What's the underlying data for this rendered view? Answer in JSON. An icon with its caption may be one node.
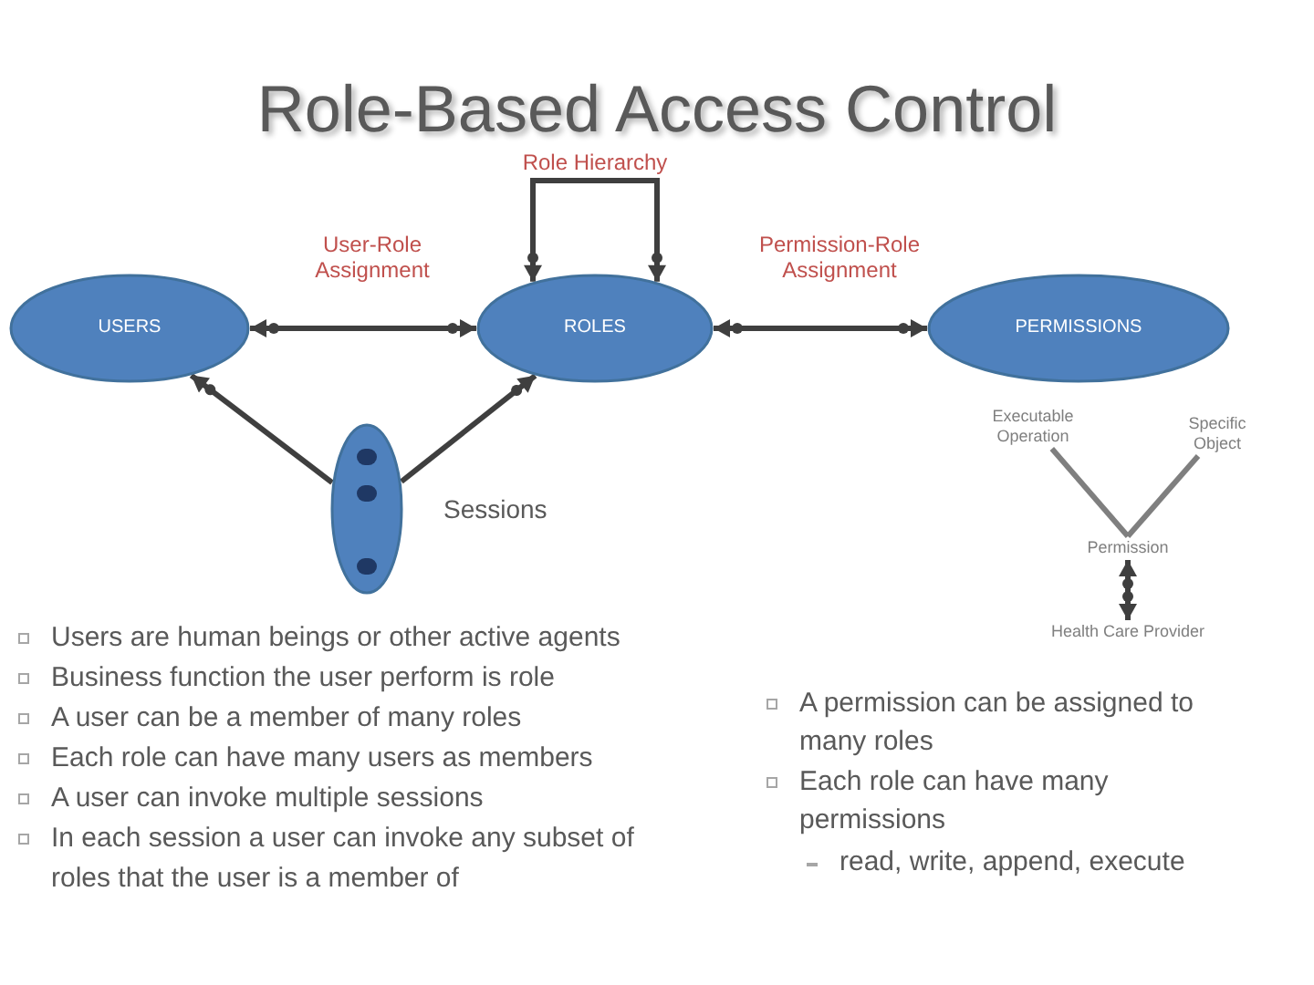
{
  "diagram": {
    "title": "Role-Based Access Control",
    "nodes": [
      {
        "text": [
          "USERS"
        ]
      },
      {
        "text": [
          "ROLES"
        ]
      },
      {
        "text": [
          "PERMISSIONS"
        ]
      },
      {
        "text": [],
        "shape": "ellipse",
        "beside": [
          "Sessions"
        ]
      },
      {
        "text": [
          "Executable Operation"
        ]
      },
      {
        "text": [
          "Specific Object"
        ]
      },
      {
        "text": [
          "Permission"
        ]
      },
      {
        "text": [
          "Health Care Provider"
        ]
      }
    ],
    "edges": [
      {
        "from": 0,
        "to": 1,
        "arrow": "both",
        "label": "User-Role Assignment"
      },
      {
        "from": 1,
        "to": 1,
        "arrow": "both",
        "label": "Role Hierarchy"
      },
      {
        "from": 1,
        "to": 2,
        "arrow": "both",
        "label": "Permission-Role Assignment"
      },
      {
        "from": 3,
        "to": 0,
        "arrow": "to"
      },
      {
        "from": 3,
        "to": 1,
        "arrow": "to"
      },
      {
        "from": 4,
        "to": 6,
        "arrow": "none",
        "color": "#7f7f7f"
      },
      {
        "from": 5,
        "to": 6,
        "arrow": "none",
        "color": "#7f7f7f"
      },
      {
        "from": 6,
        "to": 7,
        "arrow": "both"
      }
    ],
    "labels": [
      "Users are human beings or other active agents",
      "Business function the user perform is role",
      "A user can be a member of many roles",
      "Each role can have many users as members",
      "A user can invoke multiple sessions",
      "In each session a user can invoke any subset of roles that the user is a member of",
      "A permission can be assigned to many roles",
      "Each role can have many permissions",
      "read, write, append, execute"
    ]
  }
}
